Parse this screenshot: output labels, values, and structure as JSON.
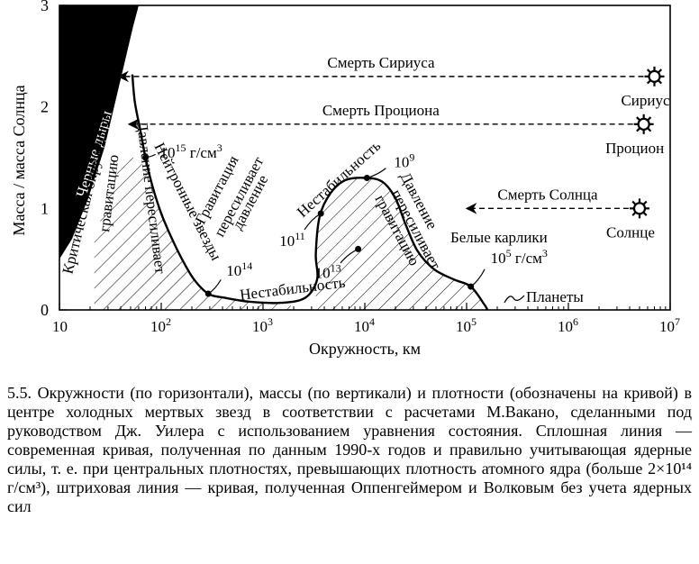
{
  "chart_data": {
    "type": "line",
    "xlabel": "Окружность, км",
    "ylabel": "Масса / масса Солнца",
    "xscale": "log",
    "xlim": [
      10,
      10000000
    ],
    "ylim": [
      0,
      3
    ],
    "x_ticks": [
      {
        "value": 10,
        "base": "10",
        "exp": ""
      },
      {
        "value": 100,
        "base": "10",
        "exp": "2"
      },
      {
        "value": 1000,
        "base": "10",
        "exp": "3"
      },
      {
        "value": 10000,
        "base": "10",
        "exp": "4"
      },
      {
        "value": 100000,
        "base": "10",
        "exp": "5"
      },
      {
        "value": 1000000,
        "base": "10",
        "exp": "6"
      },
      {
        "value": 10000000,
        "base": "10",
        "exp": "7"
      }
    ],
    "y_ticks": [
      "0",
      "1",
      "2",
      "3"
    ],
    "series": [
      {
        "style": "solid",
        "points": [
          [
            52,
            2.32
          ],
          [
            55,
            2.05
          ],
          [
            62,
            1.78
          ],
          [
            70,
            1.5
          ],
          [
            82,
            1.22
          ],
          [
            100,
            0.95
          ],
          [
            125,
            0.72
          ],
          [
            160,
            0.5
          ],
          [
            210,
            0.3
          ],
          [
            290,
            0.16
          ],
          [
            420,
            0.12
          ],
          [
            750,
            0.08
          ],
          [
            1500,
            0.07
          ],
          [
            2600,
            0.12
          ],
          [
            3400,
            0.3
          ],
          [
            3300,
            0.55
          ],
          [
            3600,
            0.92
          ],
          [
            4600,
            1.15
          ],
          [
            6500,
            1.28
          ],
          [
            10500,
            1.3
          ],
          [
            15000,
            1.26
          ],
          [
            20000,
            1.1
          ],
          [
            25000,
            0.85
          ],
          [
            33000,
            0.58
          ],
          [
            48000,
            0.4
          ],
          [
            75000,
            0.3
          ],
          [
            110000,
            0.23
          ],
          [
            150000,
            0.05
          ],
          [
            160000,
            0
          ]
        ]
      }
    ],
    "density_points": [
      {
        "x": 70,
        "y": 1.5,
        "base": "10",
        "exp": "15",
        "unit": "г/см",
        "unit_exp": "3"
      },
      {
        "x": 290,
        "y": 0.16,
        "base": "10",
        "exp": "14"
      },
      {
        "x": 3700,
        "y": 0.95,
        "base": "10",
        "exp": "11"
      },
      {
        "x": 8600,
        "y": 0.6,
        "base": "10",
        "exp": "13"
      },
      {
        "x": 10500,
        "y": 1.3,
        "base": "10",
        "exp": "9"
      },
      {
        "x": 110000,
        "y": 0.23,
        "base": "10",
        "exp": "5",
        "unit": "г/см",
        "unit_exp": "3"
      }
    ],
    "death_arrows": [
      {
        "label": "Смерть Сириуса",
        "y": 2.3,
        "star": "Сириус",
        "x_star": 7000000,
        "x_end": 38
      },
      {
        "label": "Смерть Проциона",
        "y": 1.83,
        "star": "Процион",
        "x_star": 5500000,
        "x_end": 48
      },
      {
        "label": "Смерть Солнца",
        "y": 1.0,
        "star": "Солнце",
        "x_star": 5000000,
        "x_end": 100000
      }
    ],
    "annotations": {
      "black_holes": "Черные дыры",
      "critical_circumference": "Критическая окружность",
      "pressure_prevails": "Давление пересиливает",
      "gravity": "гравитацию",
      "neutron_stars": "Нейтронные звезды",
      "gravity_prevails_1": "Гравитация",
      "gravity_prevails_2": "пересиливает",
      "gravity_prevails_3": "давление",
      "instability_1": "Нестабильность",
      "instability_2": "Нестабильность",
      "pressure_prevails_2_1": "Давление",
      "pressure_prevails_2_2": "пересиливает",
      "pressure_prevails_2_3": "гравитацию",
      "white_dwarfs": "Белые карлики",
      "planets": "Планеты"
    }
  },
  "caption": "5.5. Окружности (по горизонтали), массы (по вертикали) и плотности (обозначены на кривой) в центре холодных мертвых звезд в соответствии с расчетами М.Вакано, сделанными под руководством Дж. Уилера с использованием уравнения состояния. Сплошная линия — современная кривая, полученная по данным 1990-х годов и правильно учитывающая ядерные силы, т. е. при центральных плотностях, превышающих плотность атомного ядра (больше 2×10¹⁴ г/см³), штриховая линия — кривая, полученная Оппенгеймером и Волковым без учета ядерных сил"
}
